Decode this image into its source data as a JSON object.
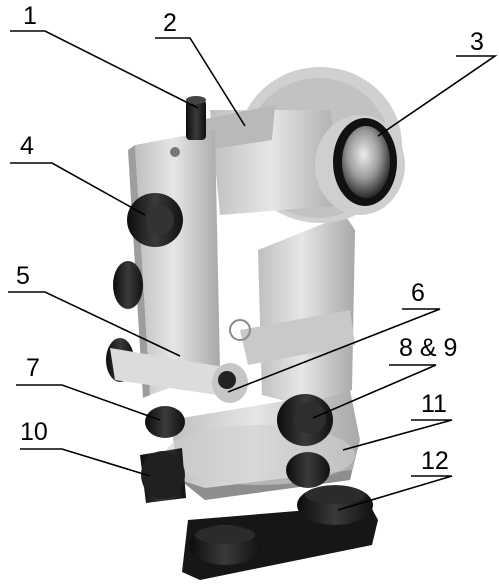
{
  "callouts": [
    {
      "id": "c1",
      "label": "1"
    },
    {
      "id": "c2",
      "label": "2"
    },
    {
      "id": "c3",
      "label": "3"
    },
    {
      "id": "c4",
      "label": "4"
    },
    {
      "id": "c5",
      "label": "5"
    },
    {
      "id": "c6",
      "label": "6"
    },
    {
      "id": "c7",
      "label": "7"
    },
    {
      "id": "c8",
      "label": "8 & 9"
    },
    {
      "id": "c10",
      "label": "10"
    },
    {
      "id": "c11",
      "label": "11"
    },
    {
      "id": "c12",
      "label": "12"
    }
  ],
  "colors": {
    "body": "#d6d6d6",
    "body_shadow": "#9b9b9b",
    "knob": "#1c1c1c",
    "line": "#000000"
  }
}
